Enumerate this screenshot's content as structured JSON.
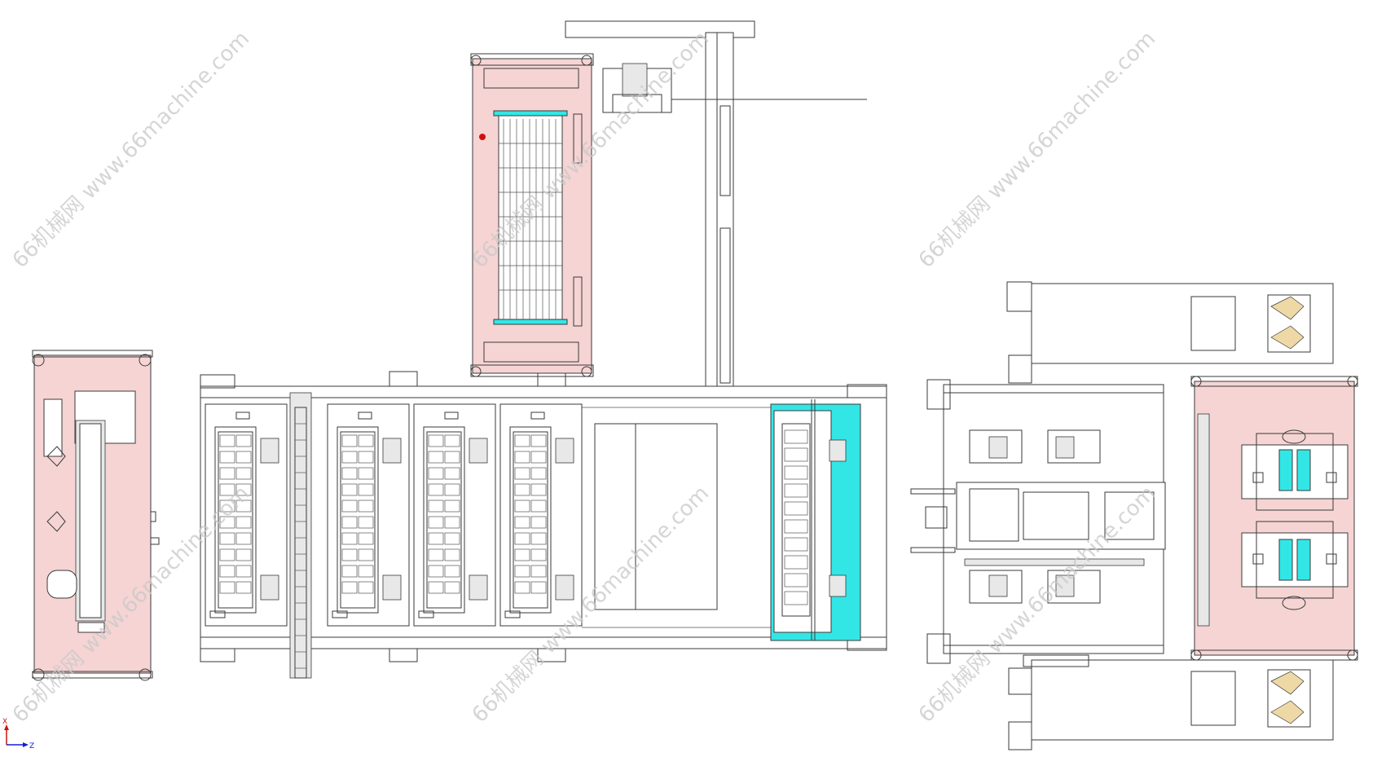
{
  "watermark": {
    "text": "66机械网 www.66machine.com",
    "color": "#c8c8c8"
  },
  "axis": {
    "x_label": "X",
    "z_label": "Z",
    "x_color": "#d01010",
    "z_color": "#1020d0"
  },
  "colors": {
    "pink": "#f6d4d4",
    "cyan": "#33e6e6",
    "line": "#3a3a3a"
  }
}
